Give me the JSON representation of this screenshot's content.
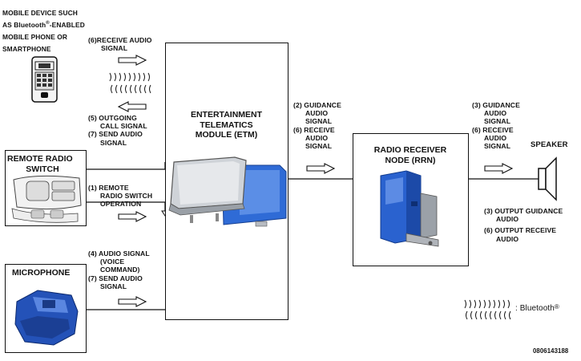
{
  "mobile_device": {
    "lines": [
      "MOBILE DEVICE SUCH",
      "AS Bluetooth",
      "-ENABLED",
      "MOBILE PHONE OR",
      "SMARTPHONE"
    ],
    "registered_mark": "®"
  },
  "etm": {
    "title_lines": [
      "ENTERTAINMENT",
      "TELEMATICS",
      "MODULE (ETM)"
    ]
  },
  "rrn": {
    "title_lines": [
      "RADIO RECEIVER",
      "NODE (RRN)"
    ]
  },
  "remote_radio_switch": {
    "title_lines": [
      "REMOTE RADIO",
      "SWITCH"
    ]
  },
  "microphone": {
    "title": "MICROPHONE"
  },
  "speaker": {
    "label": "SPEAKER"
  },
  "signals": {
    "receive_audio_top": [
      "(6)RECEIVE AUDIO",
      "SIGNAL"
    ],
    "outgoing_send": [
      "(5) OUTGOING",
      "CALL SIGNAL",
      "(7) SEND AUDIO",
      "SIGNAL"
    ],
    "remote_switch_op": [
      "(1) REMOTE",
      "RADIO SWITCH",
      "OPERATION"
    ],
    "audio_voice": [
      "(4) AUDIO SIGNAL",
      "(VOICE",
      "COMMAND)",
      "(7) SEND AUDIO",
      "SIGNAL"
    ],
    "etm_to_rrn": [
      "(2) GUIDANCE",
      "AUDIO",
      "SIGNAL",
      "(6) RECEIVE",
      "AUDIO",
      "SIGNAL"
    ],
    "rrn_to_speaker": [
      "(3) GUIDANCE",
      "AUDIO",
      "SIGNAL",
      "(6) RECEIVE",
      "AUDIO",
      "SIGNAL"
    ],
    "output": [
      "(3) OUTPUT GUIDANCE",
      "AUDIO",
      "(6) OUTPUT RECEIVE",
      "AUDIO"
    ]
  },
  "legend": {
    "label": ": Bluetooth",
    "registered_mark": "®"
  },
  "figure_code": "0806143188"
}
